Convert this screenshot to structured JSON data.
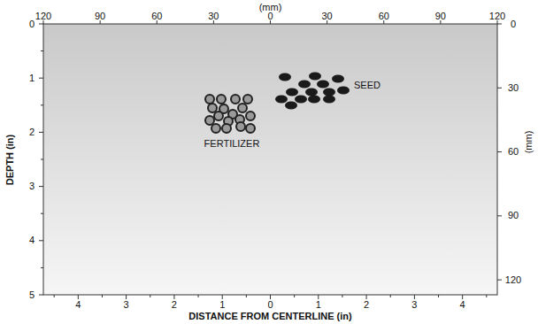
{
  "diagram": {
    "labels": [
      "(mm)",
      "120",
      "90",
      "60",
      "30",
      "0",
      "30",
      "60",
      "90",
      "120",
      "DEPTH (in)",
      "0",
      "1",
      "2",
      "3",
      "4",
      "5",
      "0",
      "30",
      "60",
      "90",
      "120",
      "(mm)",
      "4",
      "3",
      "2",
      "1",
      "0",
      "1",
      "2",
      "3",
      "4",
      "DISTANCE FROM CENTERLINE (in)",
      "SEED",
      "FERTILIZER"
    ]
  }
}
